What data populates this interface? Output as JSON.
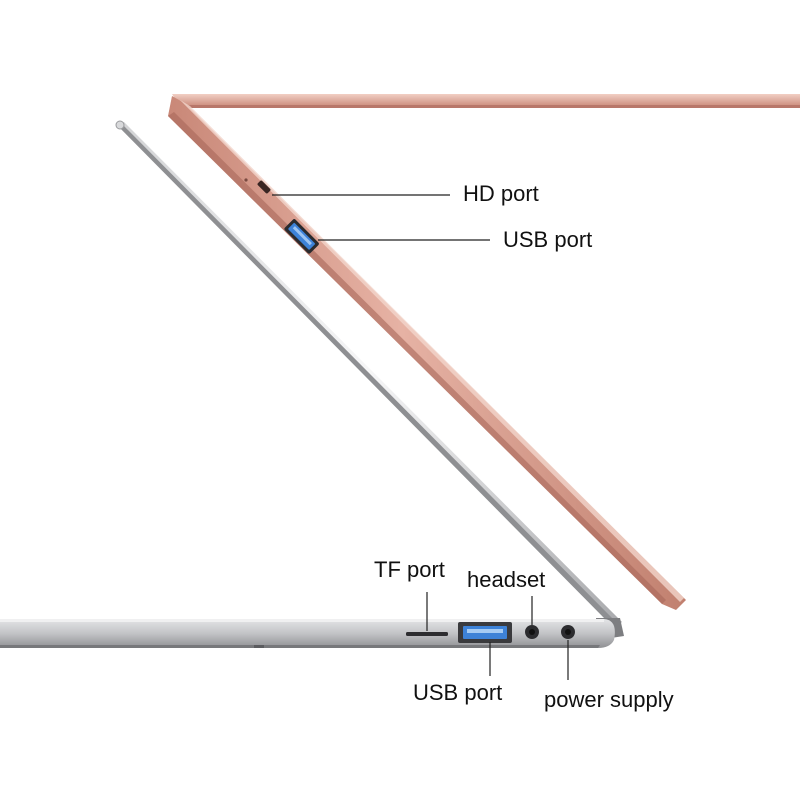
{
  "callouts": {
    "hd_port": "HD port",
    "usb_port_side": "USB port",
    "tf_port": "TF port",
    "headset": "headset",
    "usb_port_base": "USB port",
    "power_supply": "power supply"
  },
  "colors": {
    "rose_gold_body": "#d9a091",
    "rose_gold_shadow": "#b8776a",
    "rose_gold_highlight": "#f1cfc4",
    "silver_body": "#c9cacc",
    "silver_shadow": "#8f9093",
    "usb_blue": "#3d82d8",
    "leader_line": "#222222"
  }
}
